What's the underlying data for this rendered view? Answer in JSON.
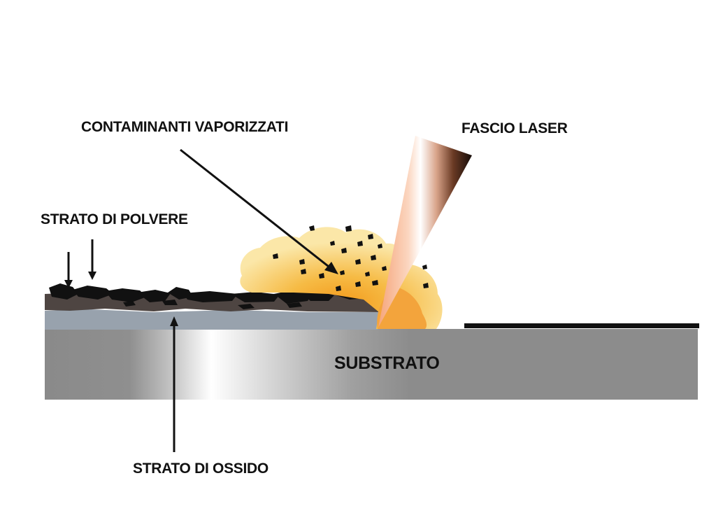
{
  "labels": {
    "contaminants": "CONTAMINANTI VAPORIZZATI",
    "laser": "FASCIO LASER",
    "dust": "STRATO DI POLVERE",
    "substrate": "SUBSTRATO",
    "oxide": "STRATO DI OSSIDO"
  },
  "colors": {
    "background": "#ffffff",
    "substrate_dark": "#8c8c8c",
    "substrate_light": "#ffffff",
    "oxide_layer": "#98a2ad",
    "contaminant_layer": "#4e4542",
    "dust_particles": "#111111",
    "plume_outer": "#f9d978",
    "plume_core": "#f3a72a",
    "laser_light": "#f7b48e",
    "laser_dark": "#160d0a",
    "cleaned_edge": "#111111"
  },
  "icons": [
    "arrow-down-icon",
    "arrow-up-icon",
    "arrow-diagonal-icon"
  ]
}
